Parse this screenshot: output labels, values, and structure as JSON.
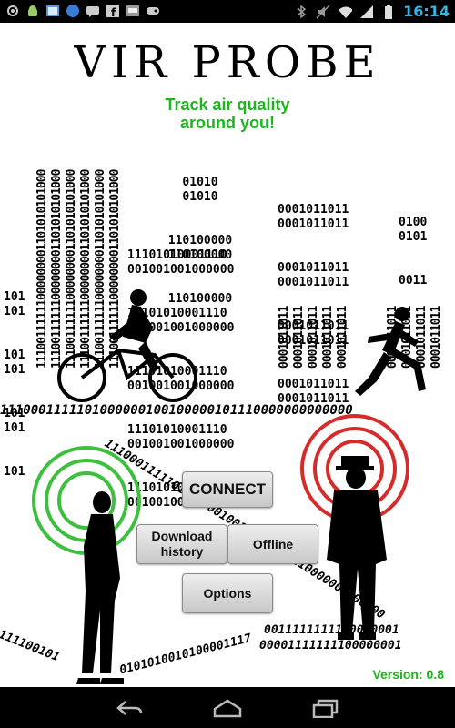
{
  "status_bar": {
    "time": "16:14",
    "left_icons": [
      "gps-icon",
      "android-icon",
      "image-icon",
      "app-icon",
      "chat-icon",
      "facebook-icon",
      "app-icon",
      "game-controller-icon"
    ],
    "right_icons": [
      "bluetooth-icon",
      "mute-icon",
      "wifi-icon",
      "signal-icon",
      "battery-icon"
    ]
  },
  "app": {
    "logo_text": "VIR PROBE",
    "tagline_line1": "Track air quality",
    "tagline_line2": "around you!",
    "binary": {
      "building_left": [
        "101",
        "101",
        "101",
        "101",
        "101",
        "101",
        "101"
      ],
      "tall_col": "11100111111000000001101010101000",
      "mid_top": [
        "01010",
        "01010",
        "110100000",
        "110100000",
        "110100000"
      ],
      "mid_rows": [
        "1110101000111O",
        "001001001000000",
        "11101010001110",
        "001001001000000",
        "11101010001110",
        "001001001000000",
        "11101010001110",
        "001001001000000",
        "111010100011100",
        "001001001000000"
      ],
      "right_rows": [
        "0001011011",
        "0001011011",
        "0001011011",
        "0001011011",
        "0001011011",
        "0001011011",
        "0001011011",
        "0001011011",
        "0001011011"
      ],
      "far_right_rows": [
        "0100",
        "0101",
        "0011"
      ],
      "ground_stream": "1110001111101000000100100000101110000000000000",
      "bottom_stream_1": "0011111111100000001",
      "bottom_stream_2": "00001111111100000001",
      "bottom_left": "111100101",
      "bottom_mid": "0101010010100001117"
    },
    "buttons": {
      "connect": "CONNECT",
      "download_line1": "Download",
      "download_line2": "history",
      "offline": "Offline",
      "options": "Options"
    },
    "version": "Version: 0.8",
    "colors": {
      "accent_green": "#1fb31f",
      "ring_green": "#3fbf3f",
      "ring_red": "#d62b2b",
      "clock_blue": "#33b5e5"
    }
  },
  "nav_bar": {
    "icons": [
      "back-icon",
      "home-icon",
      "recent-apps-icon"
    ]
  }
}
